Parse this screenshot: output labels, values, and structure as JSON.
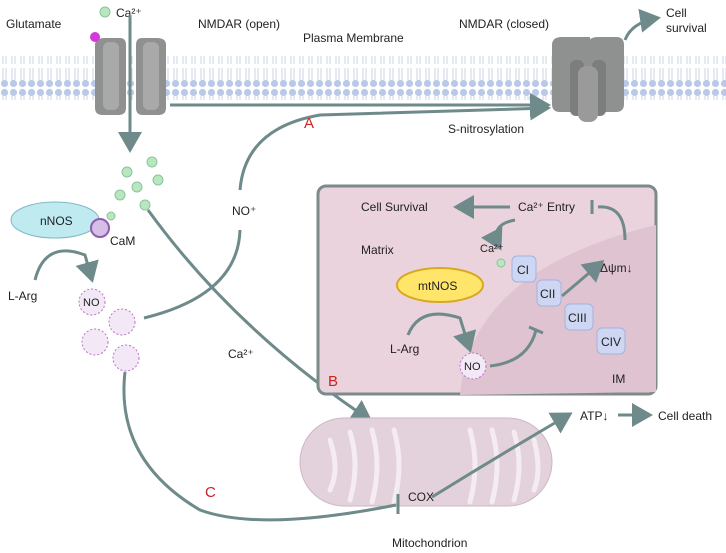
{
  "labels": {
    "glutamate": "Glutamate",
    "ca_top": "Ca²⁺",
    "nmdar_open": "NMDAR (open)",
    "plasma_membrane": "Plasma Membrane",
    "nmdar_closed": "NMDAR (closed)",
    "cell_survival_top_1": "Cell",
    "cell_survival_top_2": "survival",
    "s_nitrosylation": "S-nitrosylation",
    "label_a": "A",
    "no_plus": "NO⁺",
    "nnos": "nNOS",
    "cam": "CaM",
    "l_arg_left": "L-Arg",
    "no_left": "NO",
    "ca_mid": "Ca²⁺",
    "cell_survival_inset": "Cell Survival",
    "ca_entry": "Ca²⁺ Entry",
    "matrix": "Matrix",
    "ca_inset": "Ca²⁺",
    "delta_psi": "Δψm↓",
    "mtnos": "mtNOS",
    "ci": "CI",
    "cii": "CII",
    "ciii": "CIII",
    "civ": "CIV",
    "l_arg_inset": "L-Arg",
    "no_inset": "NO",
    "label_b": "B",
    "im": "IM",
    "atp": "ATP↓",
    "cell_death": "Cell death",
    "label_c": "C",
    "cox": "COX",
    "mitochondrion": "Mitochondrion"
  },
  "colors": {
    "arrow": "#6f8a8a",
    "membrane_bead": "#b9c9e6",
    "channel": "#8f9090",
    "nnos_fill": "#bfeaf0",
    "mtnos_fill": "#ffe66a",
    "complex_fill": "#cdd6f2",
    "inset_fill": "#ead3dc",
    "mito_fill": "#e3d1dc",
    "ca_dot": "#b7e6bf",
    "glutamate_dot": "#d43ad8",
    "no_fill": "#f3e8f5",
    "red_label": "#cc2222"
  }
}
